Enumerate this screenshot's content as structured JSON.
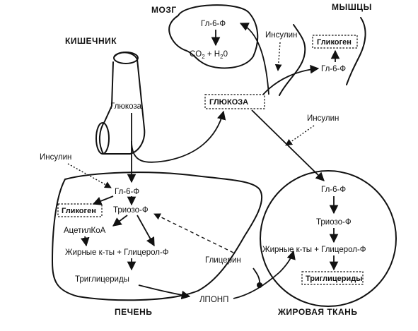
{
  "regions": {
    "brain": "МОЗГ",
    "muscles": "МЫШЦЫ",
    "intestine": "КИШЕЧНИК",
    "liver": "ПЕЧЕНЬ",
    "adipose": "ЖИРОВАЯ ТКАНЬ"
  },
  "labels": {
    "brain_g6p": "Гл-6-Ф",
    "co2": "CO",
    "co2_sub": "2",
    "plus": " + H",
    "h2o_sub": "2",
    "h2o_o": "0",
    "insulin_brain": "Инсулин",
    "muscle_glycogen": "Гликоген",
    "muscle_g6p": "Гл-6-Ф",
    "glucose_intestine": "Глюкоза",
    "glucose_center": "ГЛЮКОЗА",
    "insulin_adipose": "Инсулин",
    "insulin_liver": "Инсулин",
    "liver_g6p": "Гл-6-Ф",
    "liver_glycogen": "Гликоген",
    "liver_triose": "Триозо-Ф",
    "acetylcoa": "АцетилКоА",
    "liver_fatty": "Жирные к-ты + Глицерол-Ф",
    "liver_tg": "Триглицериды",
    "glycerol": "Глицерин",
    "vldl": "ЛПОНП",
    "adipose_g6p": "Гл-6-Ф",
    "adipose_triose": "Триозо-Ф",
    "adipose_fatty": "Жирные к-ты + Глицерол-Ф",
    "adipose_tg": "Триглицериды"
  }
}
